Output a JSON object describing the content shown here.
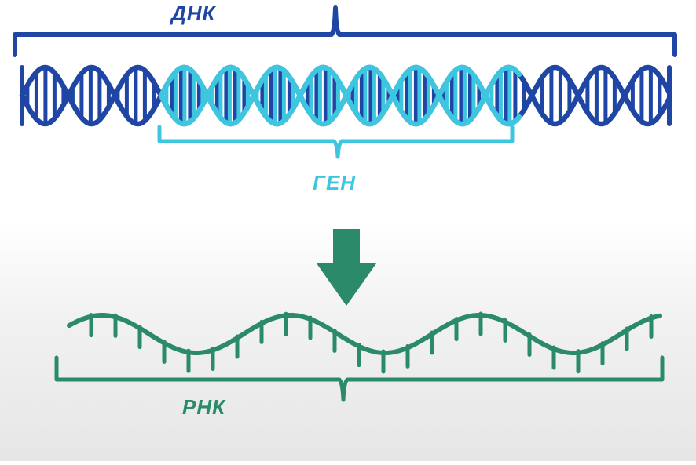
{
  "labels": {
    "dna": "ДНК",
    "gene": "ГЕН",
    "rna": "РНК"
  },
  "colors": {
    "dna": "#1f45a5",
    "gene": "#3ec6e0",
    "rna": "#2a8a6a"
  }
}
